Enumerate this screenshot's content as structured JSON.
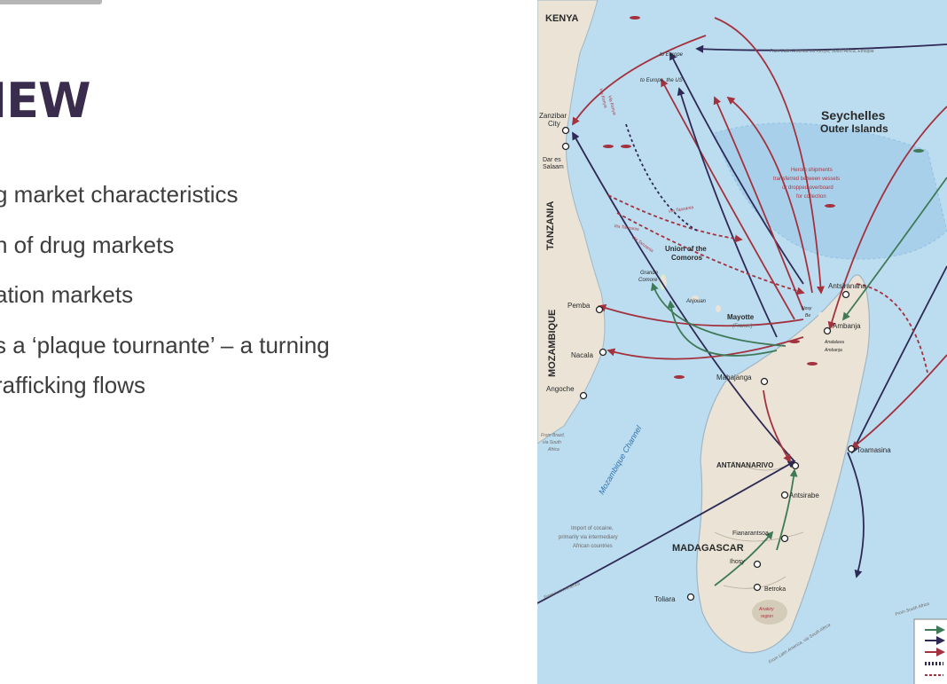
{
  "slide": {
    "title": "IEW",
    "bullets": [
      "g market characteristics",
      "n of drug markets",
      "ation markets",
      "s a ‘plaque tournante’ – a turning",
      "rafficking flows"
    ]
  },
  "map": {
    "countries": {
      "kenya": "KENYA",
      "tanzania": "TANZANIA",
      "mozambique": "MOZAMBIQUE",
      "madagascar": "MADAGASCAR"
    },
    "islands": {
      "seychelles": "Seychelles",
      "seychelles_outer": "Outer Islands",
      "comoros": "Union of the",
      "comoros_2": "Comoros",
      "grande_comore": "Grande",
      "grande_comore_2": "Comore",
      "anjouan": "Anjouan",
      "mayotte": "Mayotte",
      "mayotte_france": "(France)",
      "nosy_be": "Nosy",
      "nosy_be_2": "Be"
    },
    "cities": {
      "zanzibar": "Zanzibar",
      "zanzibar_2": "City",
      "dar": "Dar es",
      "dar_2": "Salaam",
      "pemba": "Pemba",
      "nacala": "Nacala",
      "angoche": "Angoche",
      "antsiranana": "Antsiranana",
      "ambanja": "Ambanja",
      "analalava": "Analalava",
      "analalava_2": "Ambanja",
      "mahajanga": "Mahajanga",
      "antananarivo": "ANTANANARIVO",
      "antsirabe": "Antsirabe",
      "toamasina": "Toamasina",
      "fianarantsoa": "Fianarantsoa",
      "ihosy": "Ihosy",
      "betroka": "Betroka",
      "toliara": "Toliara",
      "anakiry": "Anakiry",
      "anakiry_2": "region"
    },
    "water": {
      "mozambique_channel": "Mozambique Channel"
    },
    "notes": {
      "to_europe": "to Europe",
      "to_europe_us": "to Europe, the US",
      "from_latin_america_kenya": "From Latin America via Kenya, South Africa, Ethiopia",
      "via_kenya_1": "Via Kenya",
      "via_kenya_2": "Via Kenya",
      "via_tanzania_1": "Via Tanzania",
      "via_tanzania_2": "Via Tanzania",
      "via_tanzania_3": "Via Tanzania",
      "heroin_1": "Heroin shipments",
      "heroin_2": "transferred between vessels",
      "heroin_3": "or dropped overboard",
      "heroin_4": "for collection",
      "from_brazil_1": "From Brazil,",
      "from_brazil_2": "via South",
      "from_brazil_3": "Africa",
      "import_1": "Import of cocaine,",
      "import_2": "primarily via intermediary",
      "import_3": "African countries",
      "from_latin_america": "From Latin America",
      "from_latin_america_sa": "From Latin America, via South Africa",
      "from_south_africa": "From South Africa"
    }
  },
  "colors": {
    "title": "#3a2c4d",
    "text": "#3d3d3d",
    "sea": "#bcdcef",
    "land": "#eae3d6",
    "heroin": "#a3323e",
    "cocaine": "#2e2a55",
    "cannabis": "#3f7a57"
  }
}
